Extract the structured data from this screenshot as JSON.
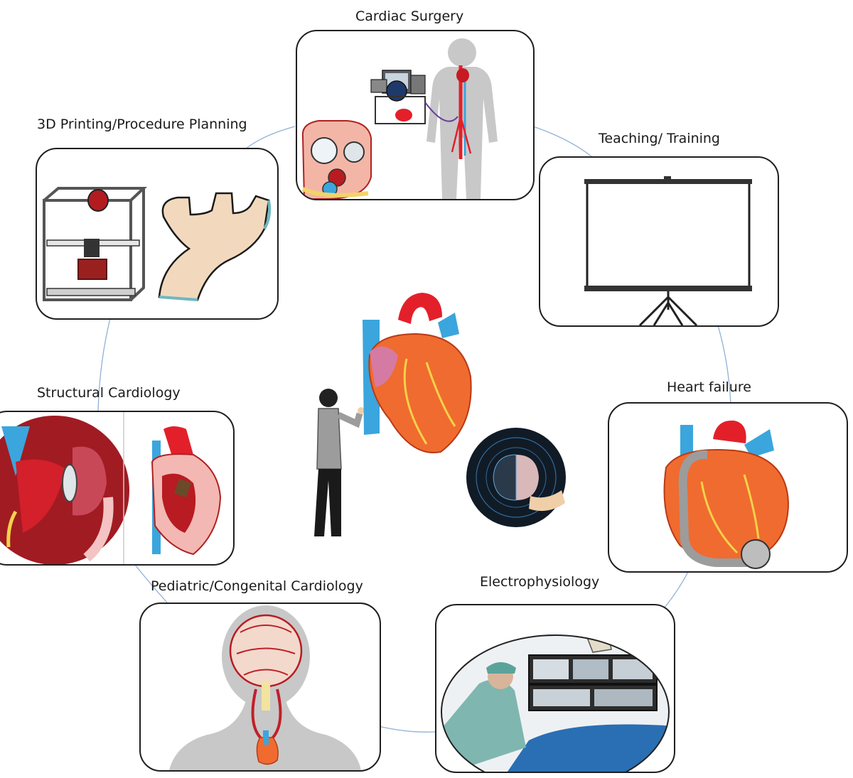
{
  "panels": {
    "cardiac_surgery": "Cardiac Surgery",
    "printing": "3D Printing/Procedure Planning",
    "teaching": "Teaching/ Training",
    "structural": "Structural Cardiology",
    "heart_failure": "Heart failure",
    "pediatric": "Pediatric/Congenital Cardiology",
    "electrophysiology": "Electrophysiology"
  },
  "colors": {
    "heart_red": "#e8432a",
    "heart_orange": "#f06b2f",
    "vessel_blue": "#3aa6dd",
    "aorta_red": "#e3202a",
    "connector": "#8fb1d6",
    "silhouette_gray": "#c8c8c8"
  }
}
